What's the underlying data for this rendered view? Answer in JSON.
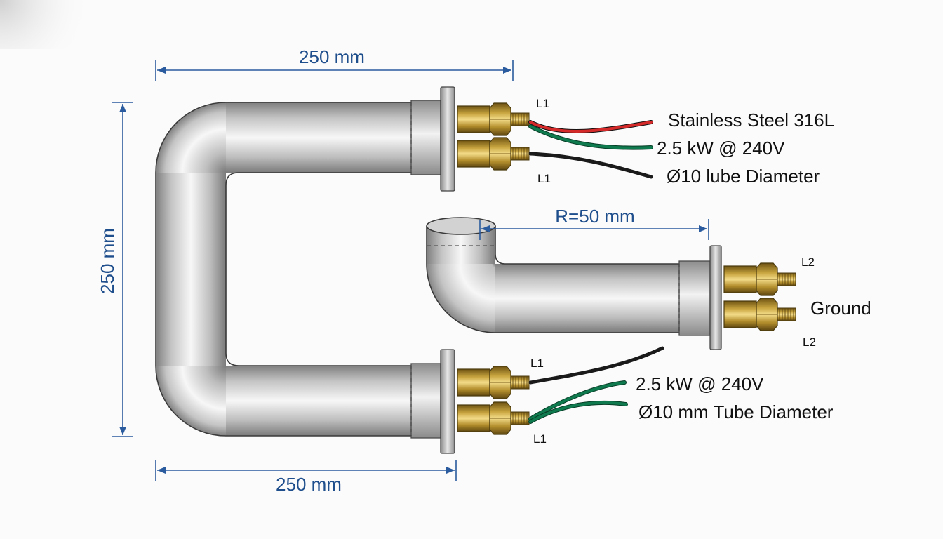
{
  "dimensions": {
    "top_width": "250 mm",
    "left_height": "250 mm",
    "bottom_width": "250 mm",
    "bend_radius": "R=50 mm"
  },
  "terminals": {
    "upper_top": "L1",
    "upper_bottom": "L1",
    "right_top": "L2",
    "right_bottom": "L2",
    "lower_top": "L1",
    "lower_bottom": "L1"
  },
  "notes": {
    "material": "Stainless Steel 316L",
    "power_upper": "2.5 kW @ 240V",
    "diameter_upper": "Ø10 lube Diameter",
    "ground": "Ground",
    "power_lower": "2.5 kW @ 240V",
    "diameter_lower": "Ø10 mm Tube Diameter"
  },
  "colors": {
    "dimension": "#1f4e8c",
    "wire_red": "#d42a2a",
    "wire_green": "#0f7a4e",
    "wire_black": "#1a1a1a",
    "brass": "#c9a640",
    "steel": "#b4b4b4"
  }
}
